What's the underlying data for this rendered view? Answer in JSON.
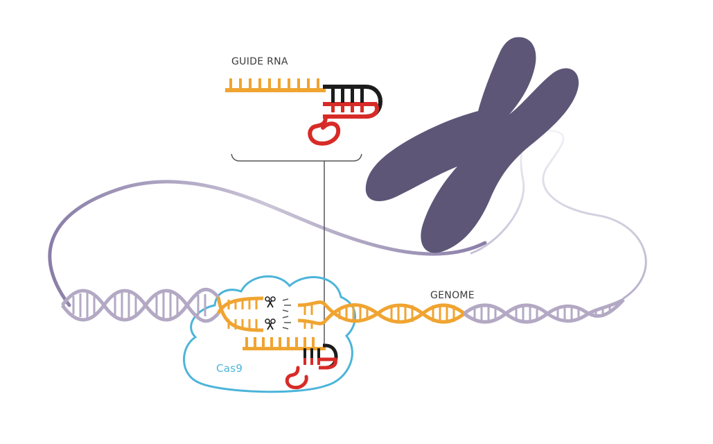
{
  "labels": {
    "guide_rna": "GUIDE RNA",
    "genome": "GENOME",
    "cas9": "Cas9"
  },
  "colors": {
    "guide_rna_bases": "#f0a431",
    "dna_target": "#f0a431",
    "dna_strand": "#b3a9c4",
    "loop_red": "#d72b27",
    "stem_black": "#1c1c1c",
    "cas9_outline": "#4cb4d9",
    "chromosome": "#5d5677",
    "text": "#3a3a3a"
  },
  "icons": [
    "scissors-icon",
    "scissors-icon"
  ]
}
